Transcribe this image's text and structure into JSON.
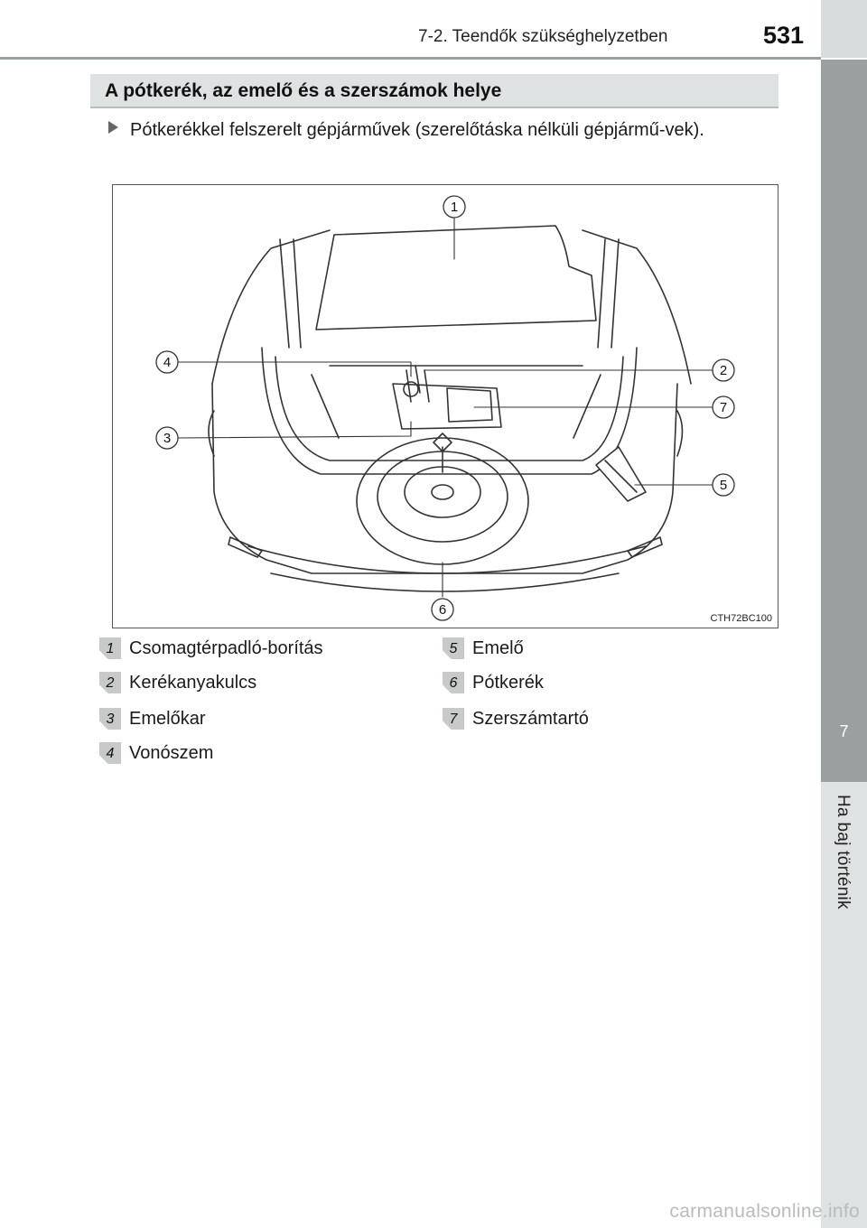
{
  "header": {
    "section_title": "7-2. Teendők szükséghelyzetben",
    "page_number": "531"
  },
  "sidebar": {
    "chapter_number": "7",
    "chapter_label": "Ha baj történik"
  },
  "section": {
    "title": "A pótkerék, az emelő és a szerszámok helye"
  },
  "intro": {
    "text": "Pótkerékkel felszerelt gépjárművek (szerelőtáska nélküli gépjármű-vek)."
  },
  "figure": {
    "code": "CTH72BC100",
    "callouts": [
      "1",
      "2",
      "3",
      "4",
      "5",
      "6",
      "7"
    ]
  },
  "legend": [
    {
      "num": "1",
      "label": "Csomagtérpadló-borítás"
    },
    {
      "num": "2",
      "label": "Kerékanyakulcs"
    },
    {
      "num": "3",
      "label": "Emelőkar"
    },
    {
      "num": "4",
      "label": "Vonószem"
    },
    {
      "num": "5",
      "label": "Emelő"
    },
    {
      "num": "6",
      "label": "Pótkerék"
    },
    {
      "num": "7",
      "label": "Szerszámtartó"
    }
  ],
  "watermark": "carmanualsonline.info"
}
